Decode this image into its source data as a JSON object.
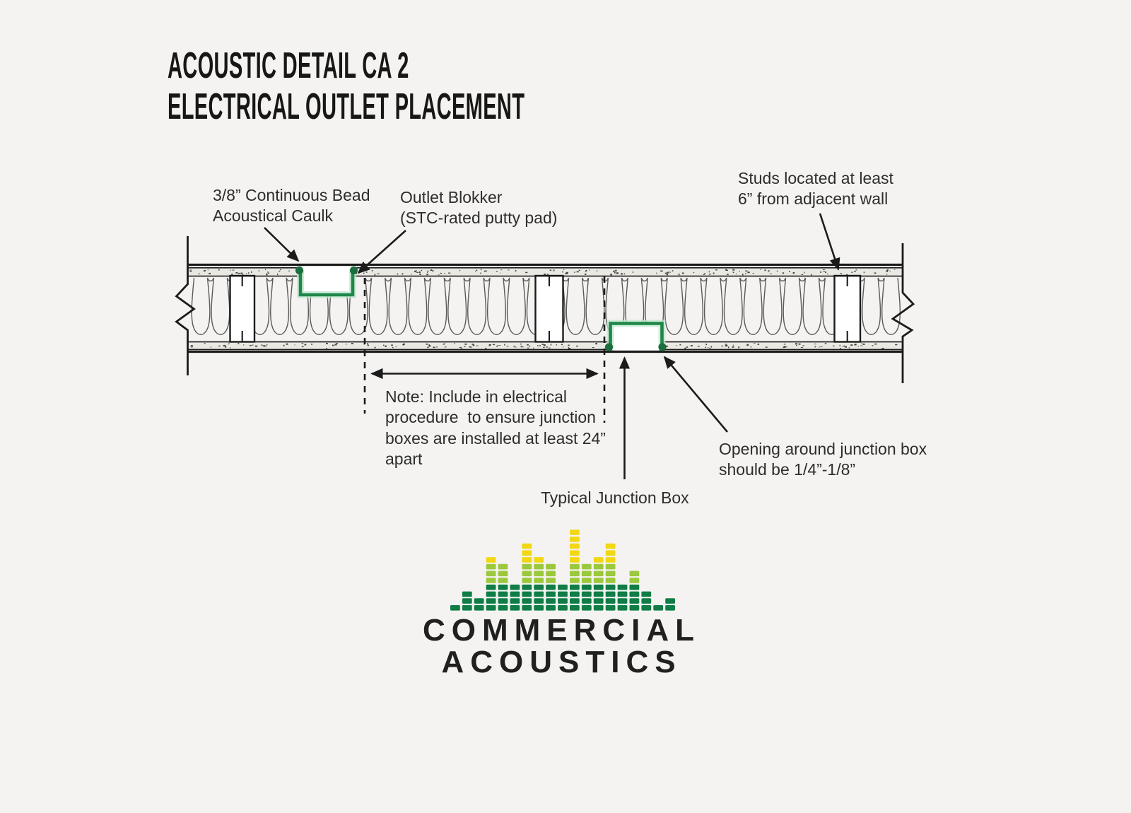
{
  "title": {
    "line1": "ACOUSTIC DETAIL CA 2",
    "line2": "ELECTRICAL OUTLET PLACEMENT"
  },
  "annotations": {
    "caulk": [
      "3/8” Continuous Bead",
      "Acoustical Caulk"
    ],
    "blokker": [
      "Outlet Blokker",
      "(STC-rated putty pad)"
    ],
    "studs": [
      "Studs located at least",
      "6” from adjacent wall"
    ],
    "note": [
      "Note: Include in electrical",
      "procedure  to ensure junction",
      "boxes are installed at least 24”",
      "apart"
    ],
    "opening": [
      "Opening around junction box",
      "should be 1/4”-1/8”"
    ],
    "junction_box": [
      "Typical Junction Box"
    ]
  },
  "logo": {
    "wordmark_line1": "COMMERCIAL",
    "wordmark_line2": "ACOUSTICS",
    "colors": {
      "dark_green": "#0f7d45",
      "light_green": "#9cc83c",
      "yellow": "#f2d714",
      "text": "#20201e"
    },
    "equalizer": {
      "columns": [
        {
          "dark": 1,
          "light": 0,
          "yellow": 0
        },
        {
          "dark": 3,
          "light": 0,
          "yellow": 0
        },
        {
          "dark": 2,
          "light": 0,
          "yellow": 0
        },
        {
          "dark": 4,
          "light": 3,
          "yellow": 1
        },
        {
          "dark": 4,
          "light": 3,
          "yellow": 0
        },
        {
          "dark": 4,
          "light": 0,
          "yellow": 0
        },
        {
          "dark": 4,
          "light": 3,
          "yellow": 3
        },
        {
          "dark": 4,
          "light": 3,
          "yellow": 1
        },
        {
          "dark": 4,
          "light": 3,
          "yellow": 0
        },
        {
          "dark": 4,
          "light": 0,
          "yellow": 0
        },
        {
          "dark": 4,
          "light": 3,
          "yellow": 5
        },
        {
          "dark": 4,
          "light": 3,
          "yellow": 0
        },
        {
          "dark": 4,
          "light": 3,
          "yellow": 1
        },
        {
          "dark": 4,
          "light": 3,
          "yellow": 3
        },
        {
          "dark": 4,
          "light": 0,
          "yellow": 0
        },
        {
          "dark": 4,
          "light": 2,
          "yellow": 0
        },
        {
          "dark": 3,
          "light": 0,
          "yellow": 0
        },
        {
          "dark": 1,
          "light": 0,
          "yellow": 0
        },
        {
          "dark": 2,
          "light": 0,
          "yellow": 0
        }
      ]
    }
  },
  "diagram": {
    "colors": {
      "line": "#1b1b1b",
      "band_fill": "#eae8e3",
      "speckle": "#2e2e2c",
      "insulation": "#5b5b58",
      "box_green": "#1e8749",
      "box_halo": "#c2e7cd",
      "dot_green": "#1c6e3e",
      "background": "#f4f3f1",
      "text": "#2d2d2a"
    }
  }
}
